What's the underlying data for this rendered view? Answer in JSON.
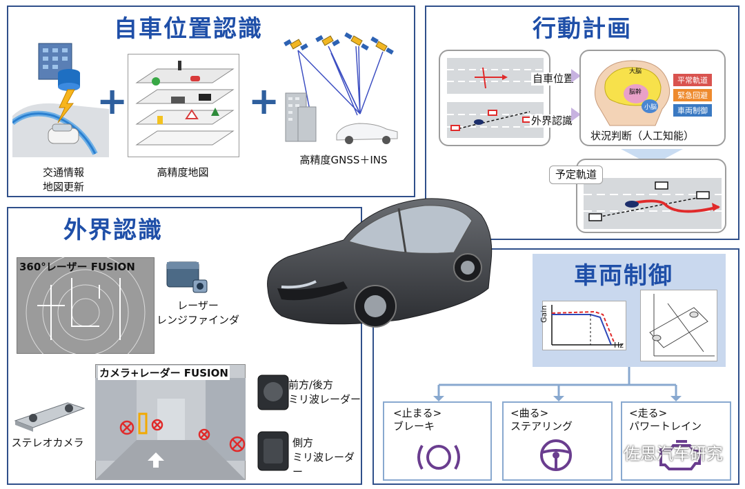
{
  "self_localization": {
    "title": "自車位置認識",
    "traffic_info_line1": "交通情報",
    "traffic_info_line2": "地図更新",
    "hd_map": "高精度地図",
    "gnss": "高精度GNSS＋INS",
    "plus": "+"
  },
  "planning": {
    "title": "行動計画",
    "self_position": "自車位置",
    "external": "外界認識",
    "brain_cerebrum": "大脳",
    "brain_stem": "脳幹",
    "brain_cerebellum": "小脳",
    "tag_normal": "平常軌道",
    "tag_emergency": "緊急回避",
    "tag_vehicle": "車両制御",
    "situation": "状況判断（人工知能）",
    "planned_path": "予定軌道"
  },
  "perception": {
    "title": "外界認識",
    "lidar_fusion": "360°レーザー FUSION",
    "rangefinder_line1": "レーザー",
    "rangefinder_line2": "レンジファインダ",
    "camera_radar_fusion": "カメラ+レーダー FUSION",
    "stereo_camera": "ステレオカメラ",
    "front_rear_radar_line1": "前方/後方",
    "front_rear_radar_line2": "ミリ波レーダー",
    "side_radar_line1": "側方",
    "side_radar_line2": "ミリ波レーダー"
  },
  "vehicle_control": {
    "title": "車両制御",
    "gain_label": "Gain",
    "hz_label": "Hz",
    "brake_line1": "<止まる>",
    "brake_line2": "ブレーキ",
    "steer_line1": "<曲る>",
    "steer_line2": "ステアリング",
    "power_line1": "<走る>",
    "power_line2": "パワートレイン"
  },
  "watermark": "佐思汽车研究",
  "colors": {
    "frame": "#2f4f8a",
    "title": "#1f4fa8",
    "control_bg": "#c9d8ee",
    "tag_red": "#d9534f",
    "tag_orange": "#ee8a2d",
    "tag_blue": "#3a79c2",
    "icon_purple": "#6a3d8f"
  }
}
